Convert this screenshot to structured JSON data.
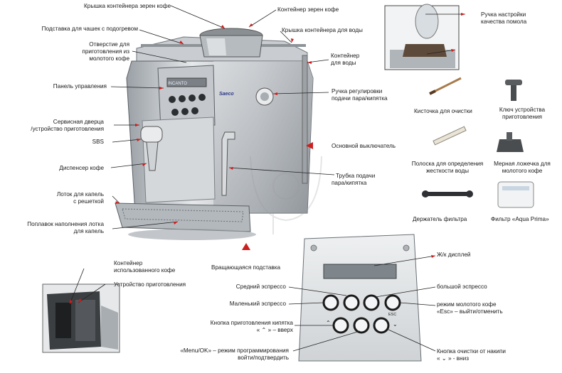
{
  "main_labels": {
    "bean_lid": "Крышка контейнера зерен кофе",
    "bean_container": "Контейнер зерен кофе",
    "cup_warmer_1": "Подставка для чашек с подогревом",
    "water_lid": "Крышка контейнера для воды",
    "ground_hole_1": "Отверстие для",
    "ground_hole_2": "приготовления из",
    "ground_hole_3": "молотого кофе",
    "water_container_1": "Контейнер",
    "water_container_2": "для воды",
    "control_panel": "Панель управления",
    "steam_knob_1": "Ручка регулировки",
    "steam_knob_2": "подачи пара/кипятка",
    "service_door_1": "Сервисная дверца",
    "service_door_2": "/устройство приготовления",
    "sbs": "SBS",
    "main_switch": "Основной выключатель",
    "dispenser": "Диспенсер кофе",
    "steam_tube_1": "Трубка подачи",
    "steam_tube_2": "пара/кипятка",
    "drip_tray_1": "Лоток для капель",
    "drip_tray_2": "с решеткой",
    "float_1": "Поплавок наполнения лотка",
    "float_2": "для капель",
    "rotating_base": "Вращающаяся подставка",
    "grounds_container_1": "Контейнер",
    "grounds_container_2": "использованного кофе",
    "brew_unit": "Устройство приготовления",
    "brand": "Saeco",
    "model": "INCANTO"
  },
  "accessories": {
    "grind_knob_1": "Ручка настройки",
    "grind_knob_2": "качества помола",
    "brush": "Кисточка для очистки",
    "brew_key_1": "Ключ устройства",
    "brew_key_2": "приготовления",
    "hardness_strip_1": "Полоска для определения",
    "hardness_strip_2": "жесткости воды",
    "measuring_spoon_1": "Мерная ложечка для",
    "measuring_spoon_2": "молотого кофе",
    "filter_holder": "Держатель фильтра",
    "aqua_filter": "Фильтр «Aqua Prima»"
  },
  "panel_labels": {
    "lcd": "Ж/к дисплей",
    "medium": "Средний эспрессо",
    "large": "большой эспрессо",
    "small": "Маленький эспрессо",
    "ground_mode_1": "режим молотого кофе",
    "ground_mode_2": "«Esc» – выйти/отменить",
    "hot_water_1": "Кнопка приготовления кипятка",
    "hot_water_2": "« ⌃ » – вверх",
    "menu_1": "«Menu/OK» – режим программирования",
    "menu_2": "войти/подтвердить",
    "descale_1": "Кнопка очистки от накипи",
    "descale_2": "« ⌄ » - вниз",
    "esc_label": "ESC",
    "up_label": "⌃",
    "down_label": "⌄"
  }
}
